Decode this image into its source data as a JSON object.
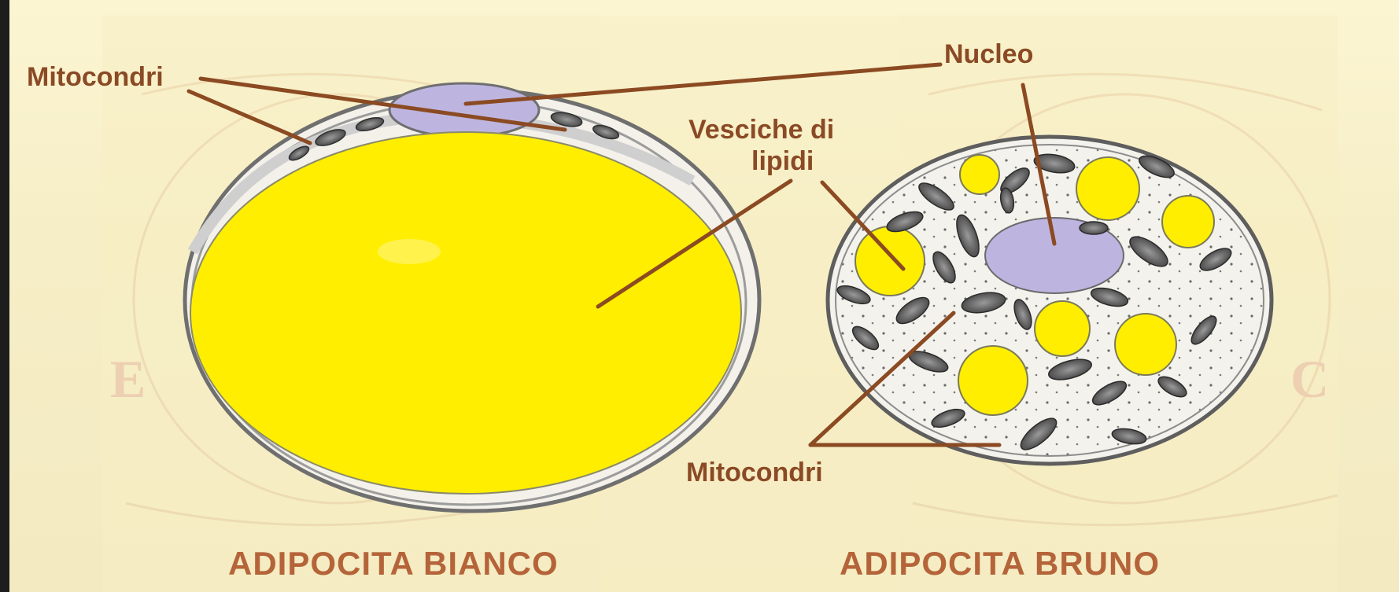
{
  "labels": {
    "mito_left": "Mitocondri",
    "nucleo": "Nucleo",
    "vesciche_line1": "Vesciche di",
    "vesciche_line2": "lipidi",
    "mito_bottom": "Mitocondri"
  },
  "captions": {
    "white": "ADIPOCITA BIANCO",
    "brown": "ADIPOCITA BRUNO"
  },
  "colors": {
    "label": "#8a4a25",
    "caption": "#b5643a",
    "lipid": "#ffee00",
    "nucleus": "#bdb5e0",
    "leader": "#8b4a22"
  }
}
